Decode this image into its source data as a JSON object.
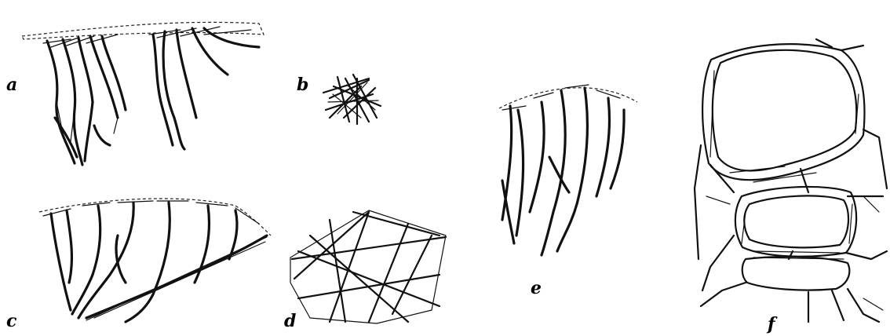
{
  "figure": {
    "panels": [
      {
        "id": "a",
        "label": "a"
      },
      {
        "id": "b",
        "label": "b"
      },
      {
        "id": "c",
        "label": "c"
      },
      {
        "id": "d",
        "label": "d"
      },
      {
        "id": "e",
        "label": "e"
      },
      {
        "id": "f",
        "label": "f"
      }
    ]
  }
}
